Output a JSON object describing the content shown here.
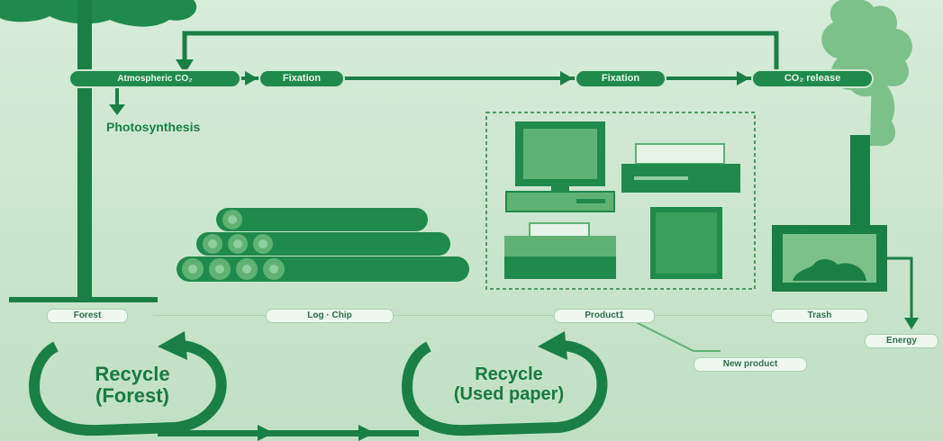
{
  "flow": {
    "atmospheric": "Atmospheric CO₂",
    "fixation_1": "Fixation",
    "fixation_2": "Fixation",
    "release": "CO₂ release"
  },
  "photosynthesis": "Photosynthesis",
  "stages": {
    "forest": "Forest",
    "log_chip": "Log · Chip",
    "product": "Product1",
    "trash": "Trash",
    "energy": "Energy",
    "new_product": "New product"
  },
  "recycle": {
    "forest_line1": "Recycle",
    "forest_line2": "(Forest)",
    "paper_line1": "Recycle",
    "paper_line2": "(Used paper)"
  },
  "colors": {
    "dark_green": "#1f8a4c",
    "deep_green": "#166c3b",
    "light_green": "#7cc08a",
    "background": "#cfe8d2"
  }
}
